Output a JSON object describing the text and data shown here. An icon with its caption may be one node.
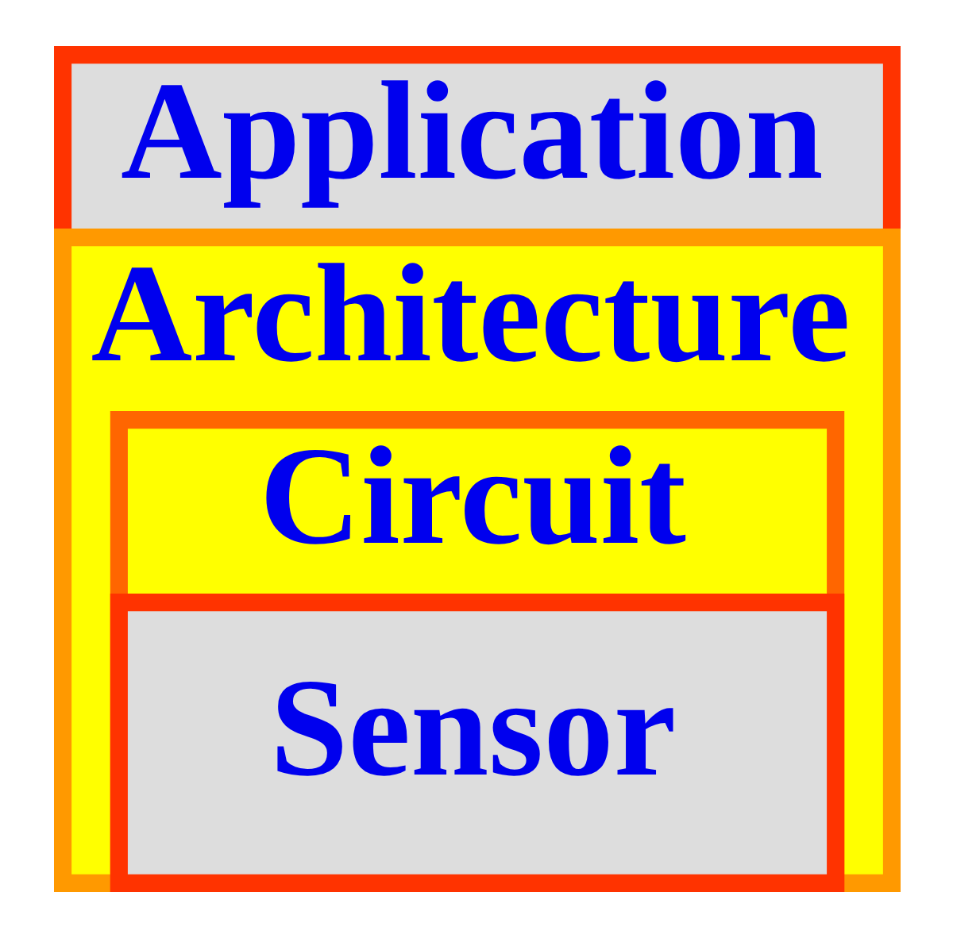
{
  "diagram": {
    "nodes": [
      {
        "text": [
          "Application"
        ]
      },
      {
        "text": [
          "Architecture"
        ],
        "in": 0
      },
      {
        "text": [
          "Circuit"
        ],
        "in": 1
      },
      {
        "text": [
          "Sensor"
        ],
        "in": 2
      }
    ],
    "edges": []
  }
}
